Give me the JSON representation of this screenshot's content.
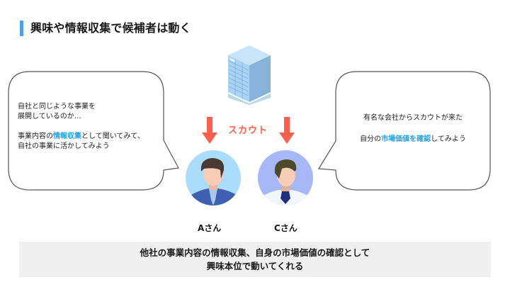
{
  "header": {
    "title": "興味や情報収集で候補者は動く",
    "accent_color": "#4ea1e6"
  },
  "bubble_left": {
    "line1": "自社と同じような事業を",
    "line2": "展開しているのか…",
    "line3_pre": "事業内容の",
    "line3_highlight": "情報収集",
    "line3_post": "として聞いてみて、",
    "line4": "自社の事業に活かしてみよう"
  },
  "bubble_right": {
    "line1": "有名な会社からスカウトが来た",
    "line2_pre": "自分の",
    "line2_highlight": "市場価値を確認",
    "line2_post": "してみよう"
  },
  "center": {
    "building_icon": "office-building-icon",
    "scout_label": "スカウト",
    "scout_color": "#ff5f4c",
    "arrow_icon": "arrow-down-icon"
  },
  "people": [
    {
      "name": "Aさん",
      "icon": "person-avatar-icon"
    },
    {
      "name": "Cさん",
      "icon": "person-avatar-icon"
    }
  ],
  "summary": {
    "line1": "他社の事業内容の情報収集、自身の市場価値の確認として",
    "line2": "興味本位で動いてくれる"
  },
  "highlight_color": "#1ea3e8"
}
